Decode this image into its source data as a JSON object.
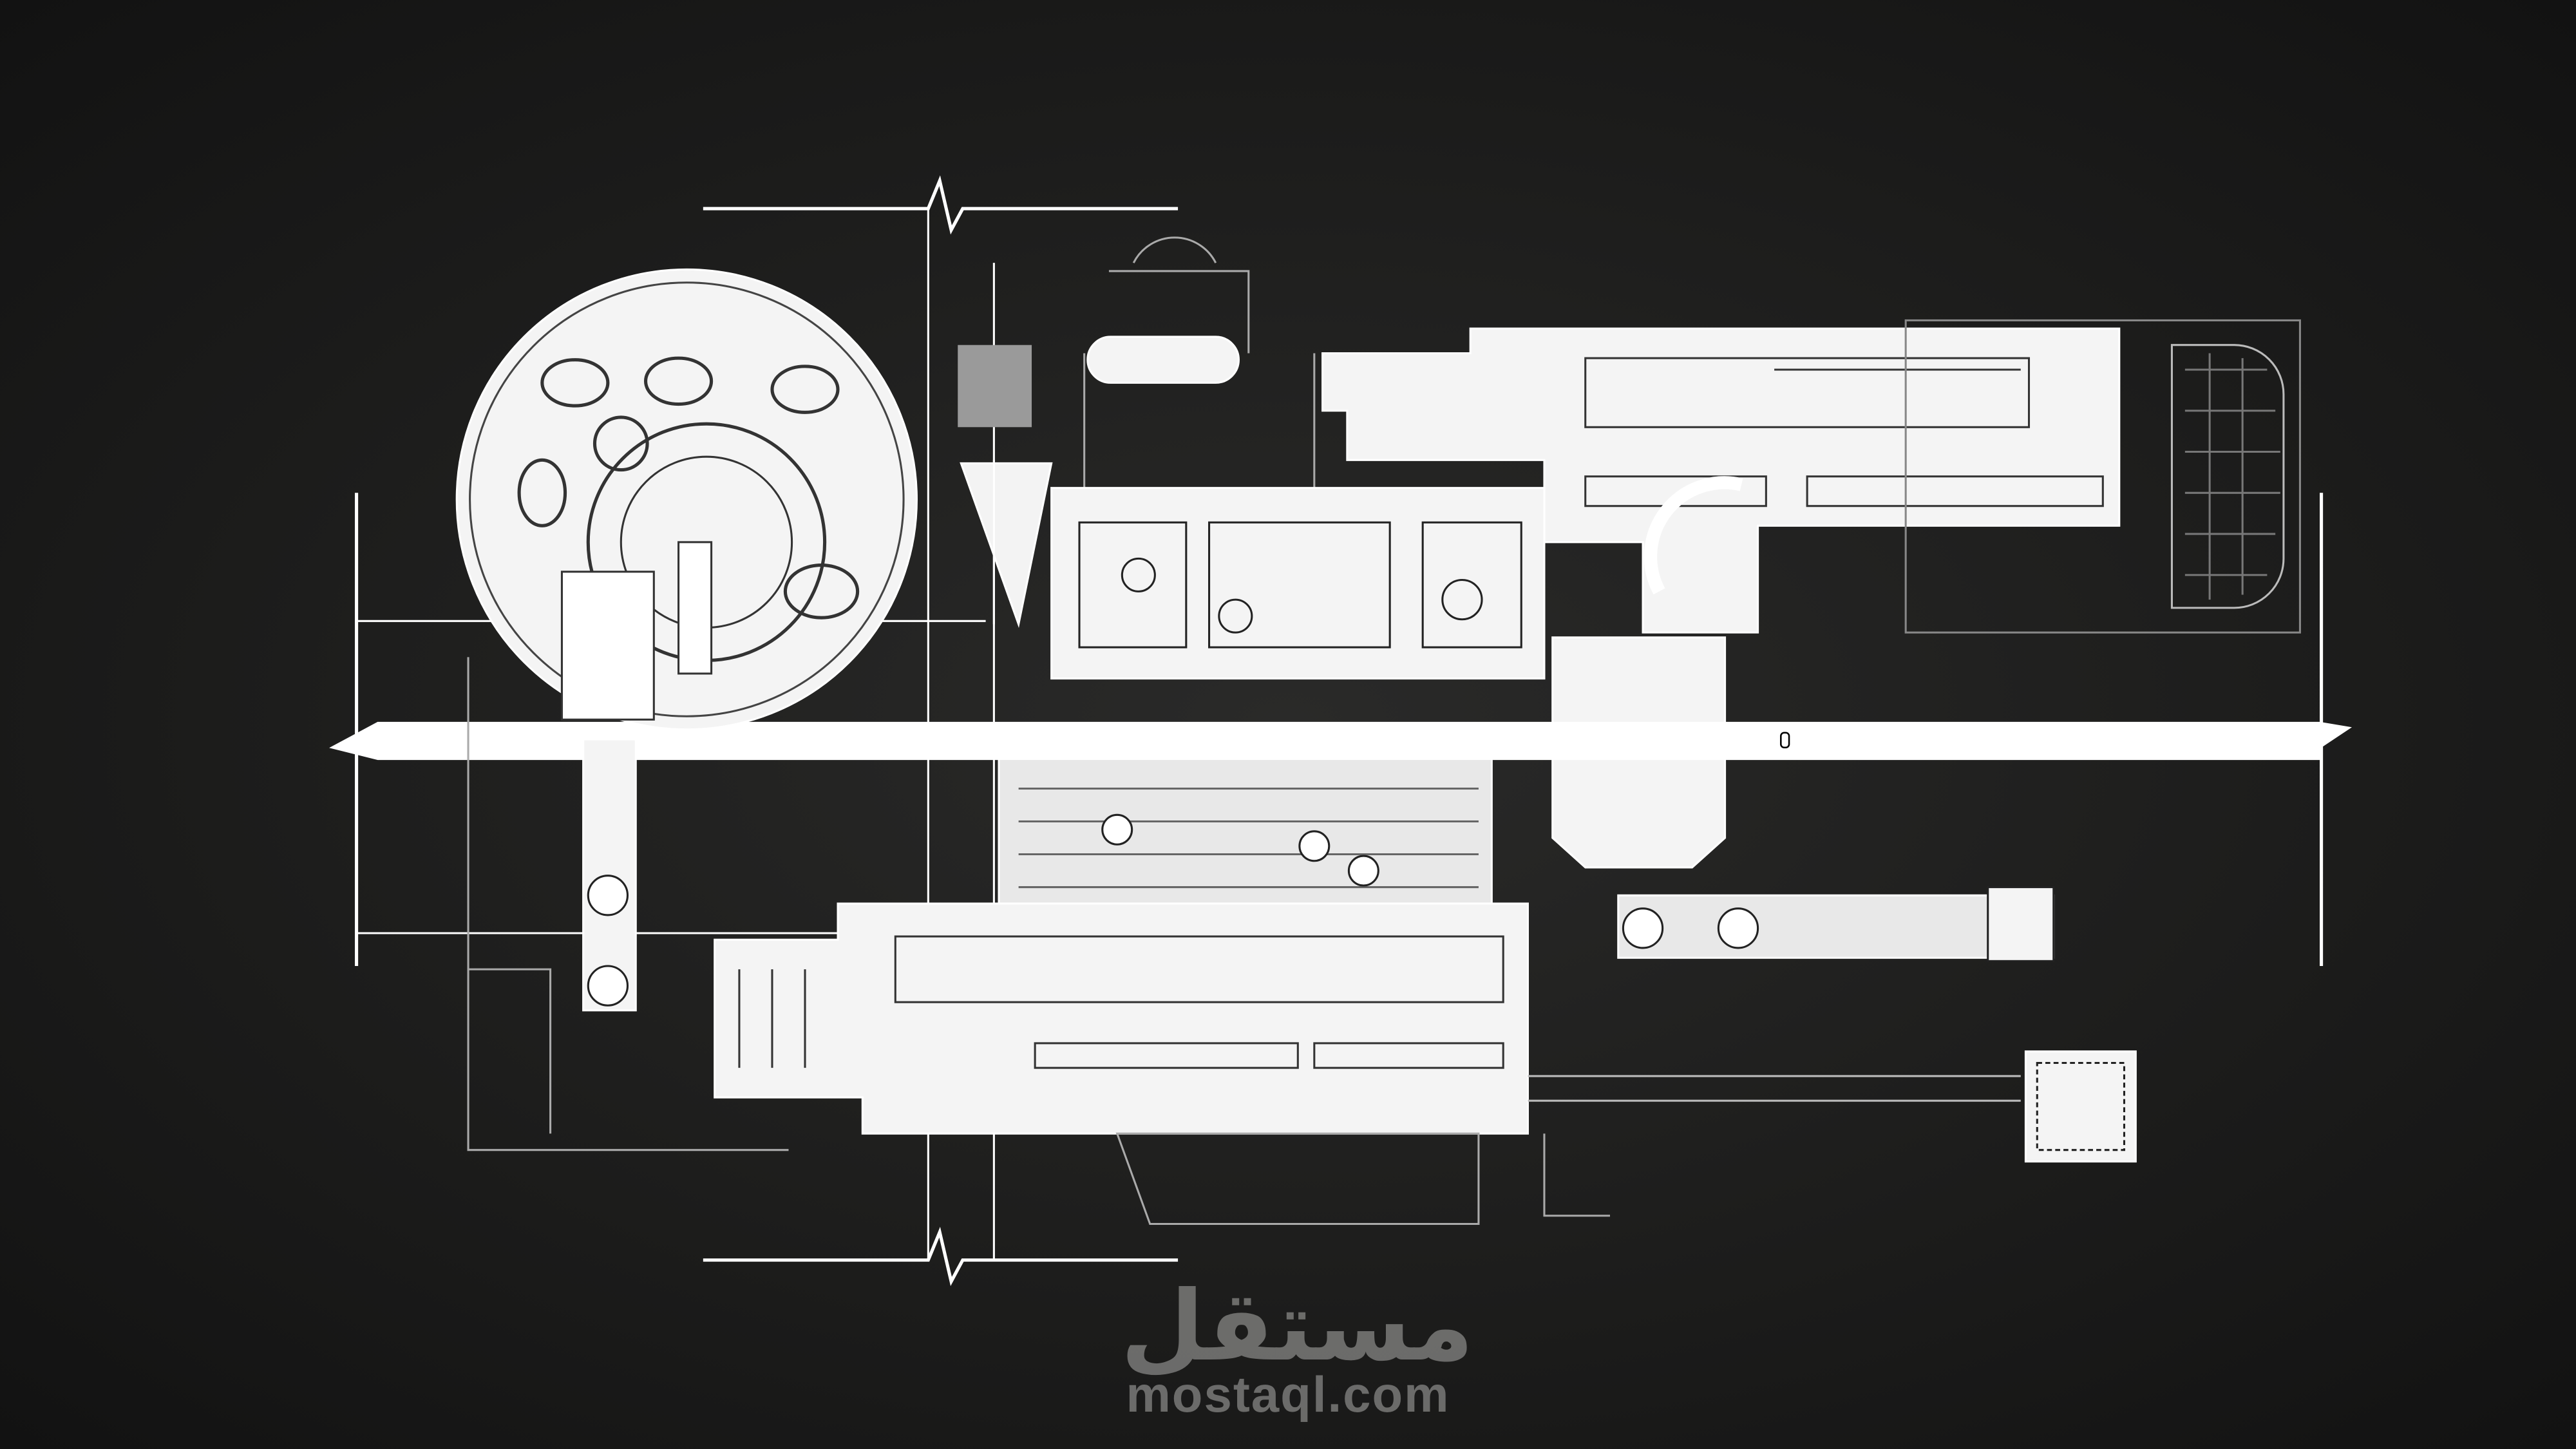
{
  "drawing": {
    "title": "Architectural site plan composition",
    "colors": {
      "background": "#1d1d1c",
      "linework": "#ffffff",
      "fill": "#f2f2f2",
      "shade": "#9a9a9a",
      "watermark": "#7a7a78"
    }
  },
  "watermark": {
    "arabic": "مستقل",
    "latin": "mostaql.com"
  }
}
